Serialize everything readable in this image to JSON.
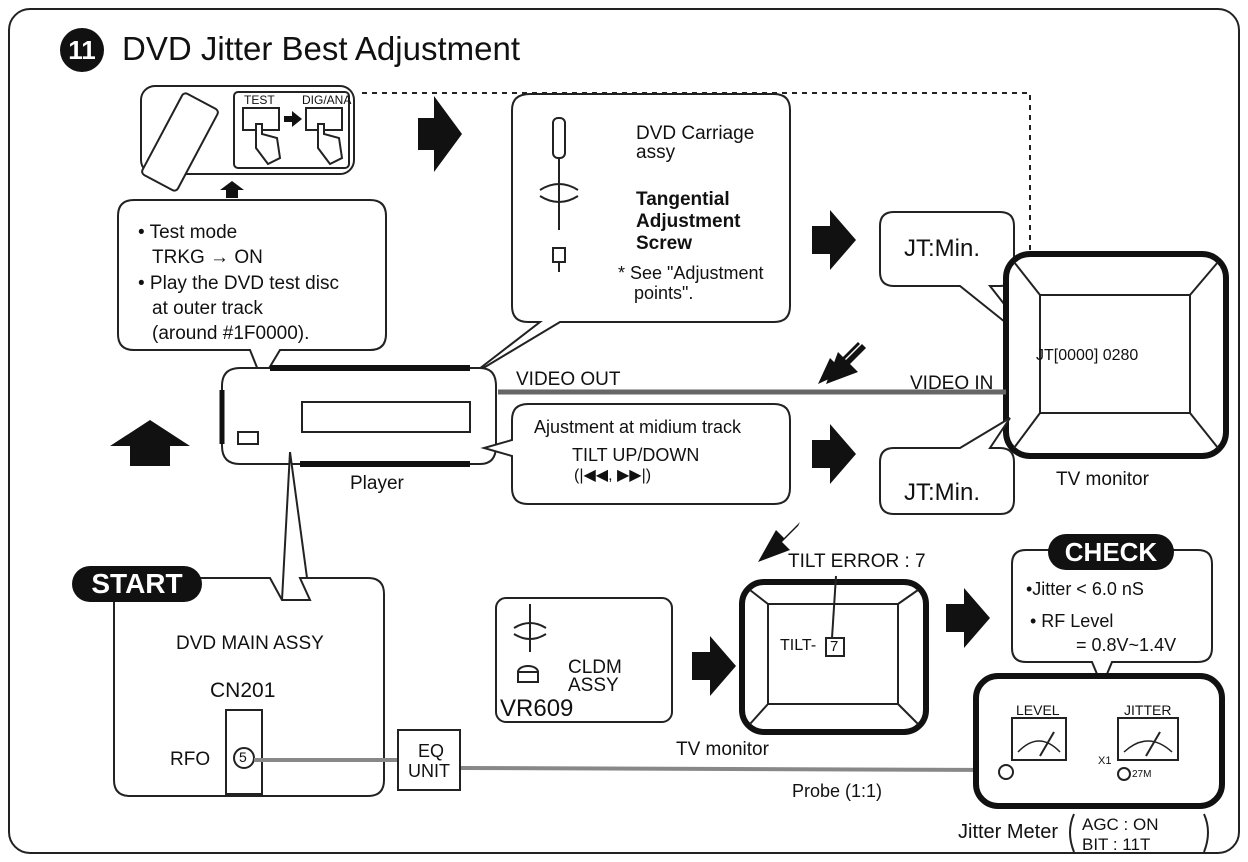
{
  "step": "11",
  "title": "DVD Jitter Best Adjustment",
  "remote": {
    "test": "TEST",
    "dig_ana": "DIG/ANA"
  },
  "test_mode": {
    "line1": "• Test mode",
    "line2": "TRKG  → ON",
    "line3": "• Play the DVD test disc",
    "line4": "at outer track",
    "line5": "(around #1F0000)."
  },
  "carriage": {
    "line1": "DVD Carriage",
    "line2": "assy",
    "bold1": "Tangential",
    "bold2": "Adjustment",
    "bold3": "Screw",
    "note1": "* See \"Adjustment",
    "note2": "points\"."
  },
  "jt_min_top": "JT:Min.",
  "jt_min_bottom": "JT:Min.",
  "tv_screen_text": "JT[0000]  0280",
  "video_out": "VIDEO OUT",
  "video_in": "VIDEO IN",
  "tilt_box": {
    "line1": "Ajustment at midium track",
    "line2": "TILT UP/DOWN",
    "line3": "(|◀◀,  ▶▶|)"
  },
  "player_label": "Player",
  "tv_monitor_label_top": "TV monitor",
  "tilt_error": "TILT ERROR : 7",
  "tilt_screen_prefix": "TILT-",
  "tilt_screen_value": "7",
  "tv_monitor_label_bottom": "TV monitor",
  "check": {
    "title": "CHECK",
    "line1": "•Jitter < 6.0 nS",
    "line2": "• RF Level",
    "line3": "= 0.8V~1.4V"
  },
  "start": "START",
  "main_assy": {
    "name": "DVD MAIN ASSY",
    "connector": "CN201",
    "pin_label": "RFO",
    "pin_number": "5"
  },
  "eq_unit": {
    "line1": "EQ",
    "line2": "UNIT"
  },
  "vr": {
    "line1": "CLDM",
    "line2": "ASSY",
    "name": "VR609"
  },
  "probe": "Probe (1:1)",
  "jitter_meter": {
    "level": "LEVEL",
    "jitter": "JITTER",
    "x1": "X1",
    "m27": "27M",
    "label": "Jitter Meter",
    "agc": "AGC : ON",
    "bit": "BIT   : 11T"
  }
}
